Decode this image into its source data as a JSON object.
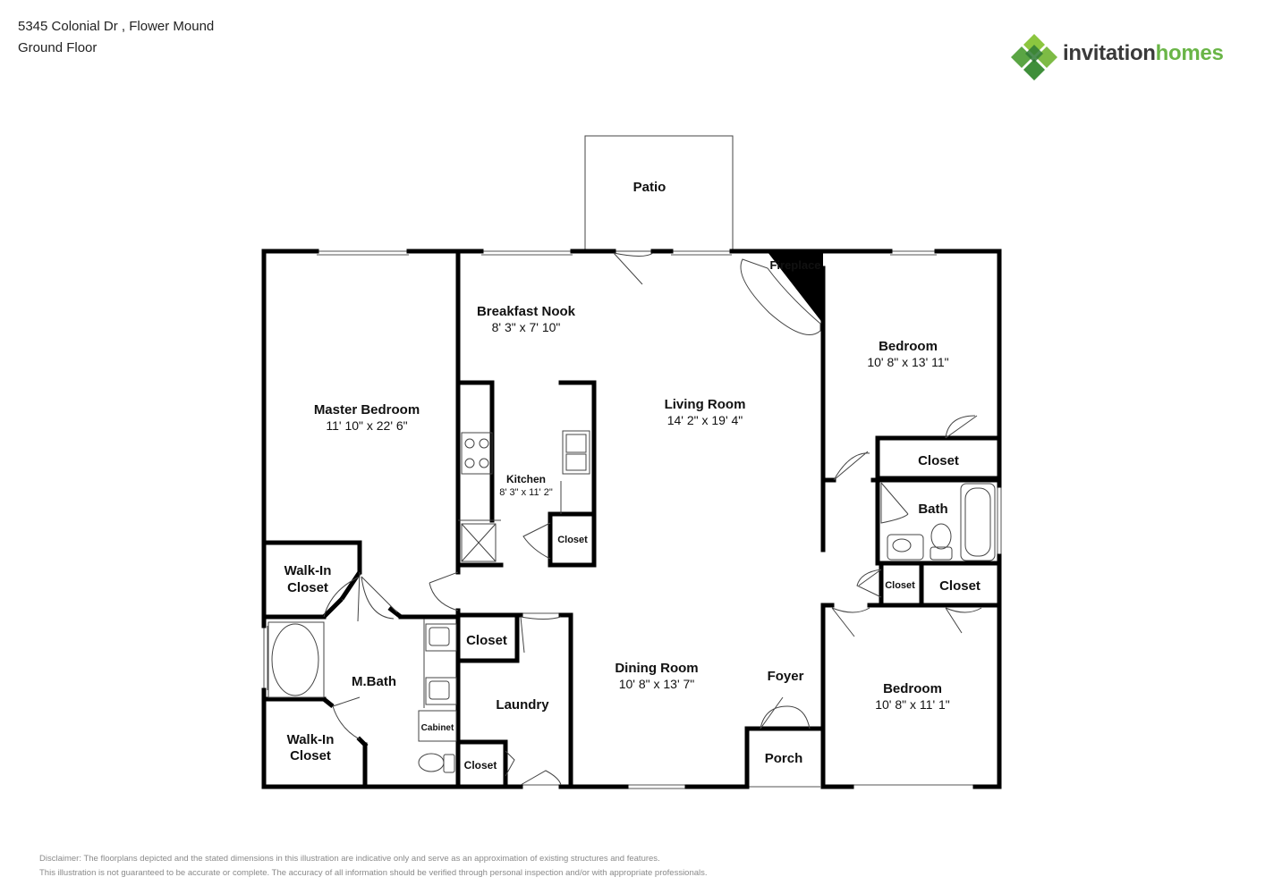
{
  "header": {
    "address": "5345 Colonial Dr , Flower Mound",
    "floor": "Ground Floor"
  },
  "logo": {
    "brand_part1": "invitation",
    "brand_part2": "homes",
    "icon": "diamond-cluster-icon",
    "colors": {
      "primary": "#6ab547",
      "dark": "#3a3a3a"
    }
  },
  "rooms": {
    "patio": {
      "name": "Patio"
    },
    "fireplace": {
      "name": "Fireplace"
    },
    "breakfast_nook": {
      "name": "Breakfast Nook",
      "dims": "8' 3\" x 7' 10\""
    },
    "master_bedroom": {
      "name": "Master Bedroom",
      "dims": "11' 10\" x 22' 6\""
    },
    "living_room": {
      "name": "Living Room",
      "dims": "14' 2\" x 19' 4\""
    },
    "bedroom_1": {
      "name": "Bedroom",
      "dims": "10' 8\" x 13' 11\""
    },
    "kitchen": {
      "name": "Kitchen",
      "dims": "8' 3\" x 11' 2\""
    },
    "kitchen_closet": {
      "name": "Closet"
    },
    "closet_bed1": {
      "name": "Closet"
    },
    "bath": {
      "name": "Bath"
    },
    "hall_closet_small": {
      "name": "Closet"
    },
    "hall_closet": {
      "name": "Closet"
    },
    "walkin_closet_top": {
      "name_line1": "Walk-In",
      "name_line2": "Closet"
    },
    "walkin_closet_bottom": {
      "name_line1": "Walk-In",
      "name_line2": "Closet"
    },
    "master_bath": {
      "name": "M.Bath"
    },
    "cabinet": {
      "name": "Cabinet"
    },
    "laundry_closet_top": {
      "name": "Closet"
    },
    "laundry": {
      "name": "Laundry"
    },
    "laundry_closet_bottom": {
      "name": "Closet"
    },
    "dining_room": {
      "name": "Dining Room",
      "dims": "10' 8\" x 13' 7\""
    },
    "foyer": {
      "name": "Foyer"
    },
    "porch": {
      "name": "Porch"
    },
    "bedroom_2": {
      "name": "Bedroom",
      "dims": "10' 8\" x 11' 1\""
    }
  },
  "disclaimer": {
    "line1": "Disclaimer: The floorplans depicted and the stated dimensions in this illustration are indicative only and serve as an approximation of existing structures and features.",
    "line2": "This illustration is not guaranteed to be accurate or complete. The accuracy of all information should be verified through personal inspection and/or with appropriate professionals."
  }
}
